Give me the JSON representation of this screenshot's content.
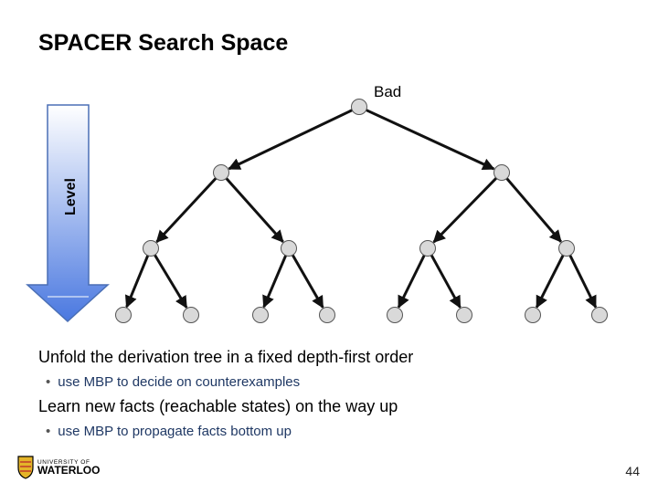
{
  "title": "SPACER Search Space",
  "diagram": {
    "root_label": "Bad",
    "level_label": "Level",
    "tree_levels": 4
  },
  "bullets": [
    {
      "text": "Unfold the derivation tree in a fixed depth-first order",
      "sub": "use MBP to decide on counterexamples"
    },
    {
      "text": "Learn new facts (reachable states) on the way up",
      "sub": "use MBP to propagate facts bottom up"
    }
  ],
  "footer": {
    "logo_top": "UNIVERSITY OF",
    "logo_main": "WATERLOO",
    "page_number": "44"
  },
  "colors": {
    "arrow_fill_top": "#ffffff",
    "arrow_fill_bottom": "#4a78e0",
    "arrow_stroke": "#4a6fb5",
    "node_fill": "#d9d9d9",
    "edge": "#111111",
    "logo_gold": "#e4b429"
  }
}
